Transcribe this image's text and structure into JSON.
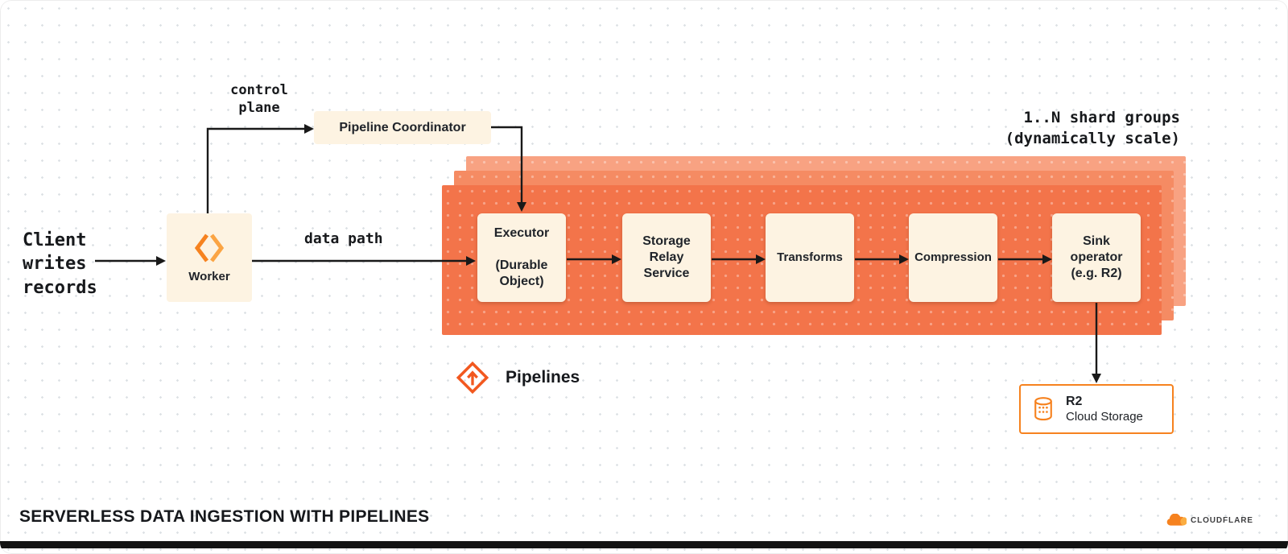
{
  "colors": {
    "accent_orange": "#f6821f",
    "deep_orange": "#f2581f",
    "shard_front": "#f3744a",
    "shard_mid": "#f58b63",
    "shard_back": "#f8a282",
    "box_cream": "#fdf3e2",
    "ink": "#17191c"
  },
  "labels": {
    "client": "Client\nwrites\nrecords",
    "control_plane": "control\nplane",
    "data_path": "data path",
    "shard_groups": "1..N shard groups\n(dynamically scale)"
  },
  "worker": {
    "label": "Worker"
  },
  "coordinator": {
    "label": "Pipeline Coordinator"
  },
  "stages": [
    {
      "label": "Executor\n\n(Durable\nObject)"
    },
    {
      "label": "Storage\nRelay\nService"
    },
    {
      "label": "Transforms"
    },
    {
      "label": "Compression"
    },
    {
      "label": "Sink\noperator\n(e.g. R2)"
    }
  ],
  "pipelines_brand": {
    "label": "Pipelines"
  },
  "r2": {
    "title": "R2",
    "subtitle": "Cloud Storage"
  },
  "footer": {
    "title": "SERVERLESS DATA INGESTION WITH PIPELINES",
    "brand": "CLOUDFLARE"
  }
}
